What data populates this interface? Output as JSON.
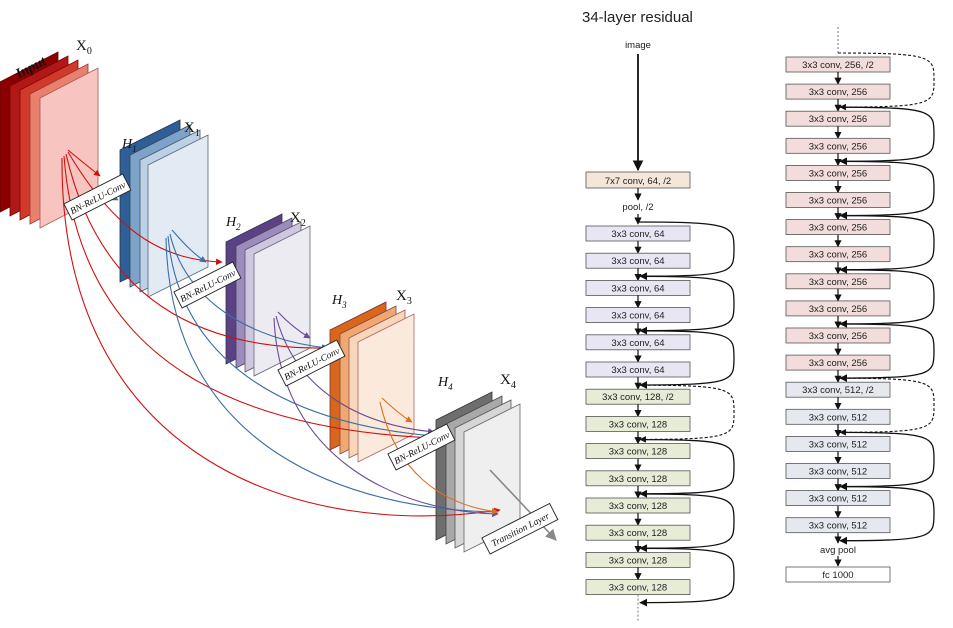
{
  "densenet": {
    "input_label": "Input",
    "x_labels": [
      {
        "main": "X",
        "sub": "0"
      },
      {
        "main": "X",
        "sub": "1"
      },
      {
        "main": "X",
        "sub": "2"
      },
      {
        "main": "X",
        "sub": "3"
      },
      {
        "main": "X",
        "sub": "4"
      }
    ],
    "h_labels": [
      {
        "main": "H",
        "sub": "1"
      },
      {
        "main": "H",
        "sub": "2"
      },
      {
        "main": "H",
        "sub": "3"
      },
      {
        "main": "H",
        "sub": "4"
      }
    ],
    "block_label": "BN-ReLU-Conv",
    "transition_label": "Transition Layer",
    "colors": {
      "input": "#c0392b",
      "x1": "#3a6ea5",
      "x2": "#6a4c93",
      "x3": "#e07020",
      "x4": "#7f7f7f"
    }
  },
  "resnet": {
    "title": "34-layer residual",
    "image_label": "image",
    "stem_layer": "7x7 conv, 64, /2",
    "pool_label": "pool, /2",
    "left_column": [
      "3x3 conv, 64",
      "3x3 conv, 64",
      "3x3 conv, 64",
      "3x3 conv, 64",
      "3x3 conv, 64",
      "3x3 conv, 64",
      "3x3 conv, 128, /2",
      "3x3 conv, 128",
      "3x3 conv, 128",
      "3x3 conv, 128",
      "3x3 conv, 128",
      "3x3 conv, 128",
      "3x3 conv, 128",
      "3x3 conv, 128"
    ],
    "right_column": [
      "3x3 conv, 256, /2",
      "3x3 conv, 256",
      "3x3 conv, 256",
      "3x3 conv, 256",
      "3x3 conv, 256",
      "3x3 conv, 256",
      "3x3 conv, 256",
      "3x3 conv, 256",
      "3x3 conv, 256",
      "3x3 conv, 256",
      "3x3 conv, 256",
      "3x3 conv, 256",
      "3x3 conv, 512, /2",
      "3x3 conv, 512",
      "3x3 conv, 512",
      "3x3 conv, 512",
      "3x3 conv, 512",
      "3x3 conv, 512"
    ],
    "avg_pool_label": "avg pool",
    "fc_label": "fc 1000",
    "colors": {
      "stem": "#f4e6d8",
      "conv64": "#e8e6f2",
      "conv128": "#e6ecd6",
      "conv256": "#f2dcdc",
      "conv512": "#e6e8f0",
      "fc": "#ffffff"
    }
  }
}
